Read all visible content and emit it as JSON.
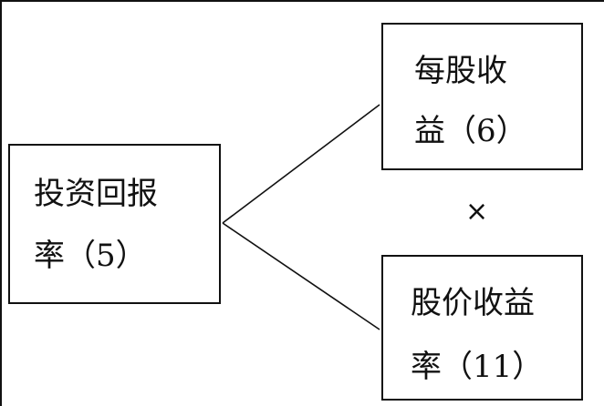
{
  "diagram": {
    "nodes": {
      "roi": {
        "line1": "投资回报",
        "line2": "率（5）"
      },
      "eps": {
        "line1": "每股收",
        "line2": "益（6）"
      },
      "pe": {
        "line1": "股价收益",
        "line2": "率（11）"
      }
    },
    "operator": "×",
    "edges": [
      {
        "from": "roi",
        "to": "eps"
      },
      {
        "from": "roi",
        "to": "pe"
      }
    ]
  }
}
